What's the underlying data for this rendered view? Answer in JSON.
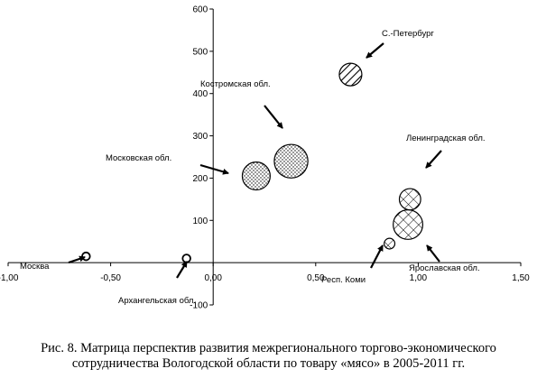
{
  "chart_data": {
    "type": "scatter",
    "subtype": "bubble",
    "title": "",
    "xlabel": "",
    "ylabel": "",
    "xlim": [
      -1.0,
      1.5
    ],
    "ylim": [
      -100,
      600
    ],
    "x_ticks": [
      "-1,00",
      "-0,50",
      "0,00",
      "0,50",
      "1,00",
      "1,50"
    ],
    "y_ticks": [
      "-100",
      "100",
      "200",
      "300",
      "400",
      "500",
      "600"
    ],
    "grid": false,
    "legend": "none",
    "colors": {
      "marker_edge": "#000000",
      "fill": "#ffffff"
    },
    "points": [
      {
        "label": "С.-Петербург",
        "x": 0.67,
        "y": 445,
        "r": 0.055,
        "pattern": "hatch-diagonal"
      },
      {
        "label": "Костромская обл.",
        "x": 0.38,
        "y": 240,
        "r": 0.082,
        "pattern": "dots"
      },
      {
        "label": "Московская обл.",
        "x": 0.21,
        "y": 205,
        "r": 0.068,
        "pattern": "dots"
      },
      {
        "label": "Ленинградская обл.",
        "x": 0.96,
        "y": 150,
        "r": 0.052,
        "pattern": "crosshatch"
      },
      {
        "label": "Ярославская обл.",
        "x": 0.95,
        "y": 90,
        "r": 0.072,
        "pattern": "crosshatch"
      },
      {
        "label": "Респ. Коми",
        "x": 0.86,
        "y": 45,
        "r": 0.026,
        "pattern": "crosshatch"
      },
      {
        "label": "Москва",
        "x": -0.62,
        "y": 15,
        "r": 0.019,
        "pattern": "none"
      },
      {
        "label": "Архангельская обл.",
        "x": -0.13,
        "y": 10,
        "r": 0.019,
        "pattern": "none"
      }
    ]
  },
  "caption": {
    "line1": "Рис. 8. Матрица перспектив развития межрегионального торгово-экономического",
    "line2": "сотрудничества Вологодской области по товару «мясо» в 2005-2011 гг."
  }
}
